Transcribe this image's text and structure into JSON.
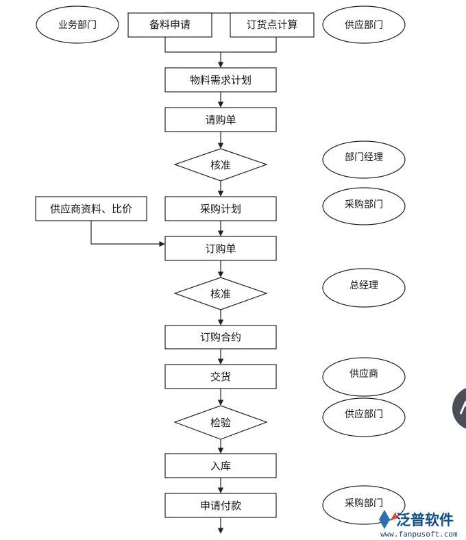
{
  "flow": {
    "top_request": "备料申请",
    "top_reorder": "订货点计算",
    "mrp": "物料需求计划",
    "requisition": "请购单",
    "approve1": "核准",
    "purchase_plan": "采购计划",
    "supplier_info": "供应商资料、比价",
    "purchase_order": "订购单",
    "approve2": "核准",
    "contract": "订购合约",
    "delivery": "交货",
    "inspect": "检验",
    "warehouse": "入库",
    "payment_request": "申请付款"
  },
  "roles": {
    "business_dept": "业务部门",
    "supply_dept_top": "供应部门",
    "dept_manager": "部门经理",
    "purchase_dept_1": "采购部门",
    "general_manager": "总经理",
    "supplier": "供应商",
    "supply_dept_2": "供应部门",
    "purchase_dept_2": "采购部门"
  },
  "watermark": {
    "brand": "泛普软件",
    "url": "www.fanpusoft.com"
  }
}
